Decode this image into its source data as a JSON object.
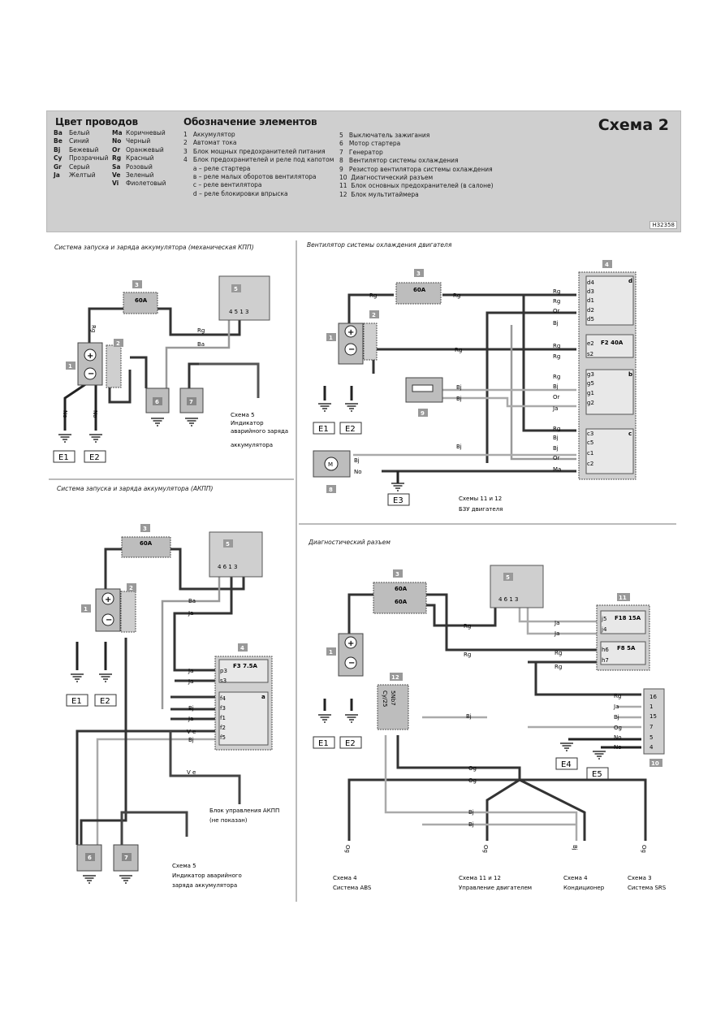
{
  "header": {
    "wire_colors_title": "Цвет проводов",
    "elements_title": "Обозначение элементов",
    "schema_title": "Схема 2",
    "ref_code": "H32358",
    "colors_left": [
      {
        "code": "Ba",
        "name": "Белый"
      },
      {
        "code": "Be",
        "name": "Синий"
      },
      {
        "code": "Bj",
        "name": "Бежевый"
      },
      {
        "code": "Cy",
        "name": "Прозрачный"
      },
      {
        "code": "Gr",
        "name": "Серый"
      },
      {
        "code": "Ja",
        "name": "Желтый"
      }
    ],
    "colors_right": [
      {
        "code": "Ma",
        "name": "Коричневый"
      },
      {
        "code": "No",
        "name": "Черный"
      },
      {
        "code": "Or",
        "name": "Оранжевый"
      },
      {
        "code": "Rg",
        "name": "Красный"
      },
      {
        "code": "Sa",
        "name": "Розовый"
      },
      {
        "code": "Ve",
        "name": "Зеленый"
      },
      {
        "code": "Vi",
        "name": "Фиолетовый"
      }
    ],
    "elements_left": [
      "1   Аккумулятор",
      "2   Автомат тока",
      "3   Блок мощных предохранителей питания",
      "4   Блок предохранителей и реле под капотом",
      "     а – реле стартера",
      "     в – реле малых оборотов вентилятора",
      "     с – реле вентилятора",
      "     d – реле блокировки впрыска"
    ],
    "elements_right": [
      "5   Выключатель зажигания",
      "6   Мотор стартера",
      "7   Генератор",
      "8   Вентилятор системы охлаждения",
      "9   Резистор вентилятора системы охлаждения",
      "10  Диагностический разъем",
      "11  Блок основных предохранителей (в салоне)",
      "12  Блок мультитаймера"
    ]
  },
  "panels": {
    "p1_title": "Система запуска и заряда аккумулятора (механическая КПП)",
    "p2_title": "Вентилятор системы охлаждения двигателя",
    "p3_title": "Система запуска и заряда аккумулятора (АКПП)",
    "p4_title": "Диагностический разъем"
  },
  "labels": {
    "fuse60": "60A",
    "f2": "F2 40A",
    "f3": "F3 7.5A",
    "f18": "F18 15A",
    "f8": "F8 5A",
    "e1": "E1",
    "e2": "E2",
    "e3": "E3",
    "e4": "E4",
    "e5": "E5",
    "p1_note": [
      "Схема 5",
      "Индикатор",
      "аварийного заряда",
      "аккумулятора"
    ],
    "p2_note": [
      "Схемы 11 и 12",
      "БЗУ двигателя"
    ],
    "p3_note1": [
      "Блок управления АКПП",
      "(не показан)"
    ],
    "p3_note2": [
      "Схема 5",
      "Индикатор аварийного",
      "заряда аккумулятора"
    ],
    "p4_n1": [
      "Схема 4",
      "Система ABS"
    ],
    "p4_n2": [
      "Схема 11 и 12",
      "Управление двигателем"
    ],
    "p4_n3": [
      "Схема 4",
      "Кондиционер"
    ],
    "p4_n4": [
      "Схема 3",
      "Система SRS"
    ],
    "mux": [
      "5Nb7",
      "Cy/25"
    ]
  }
}
